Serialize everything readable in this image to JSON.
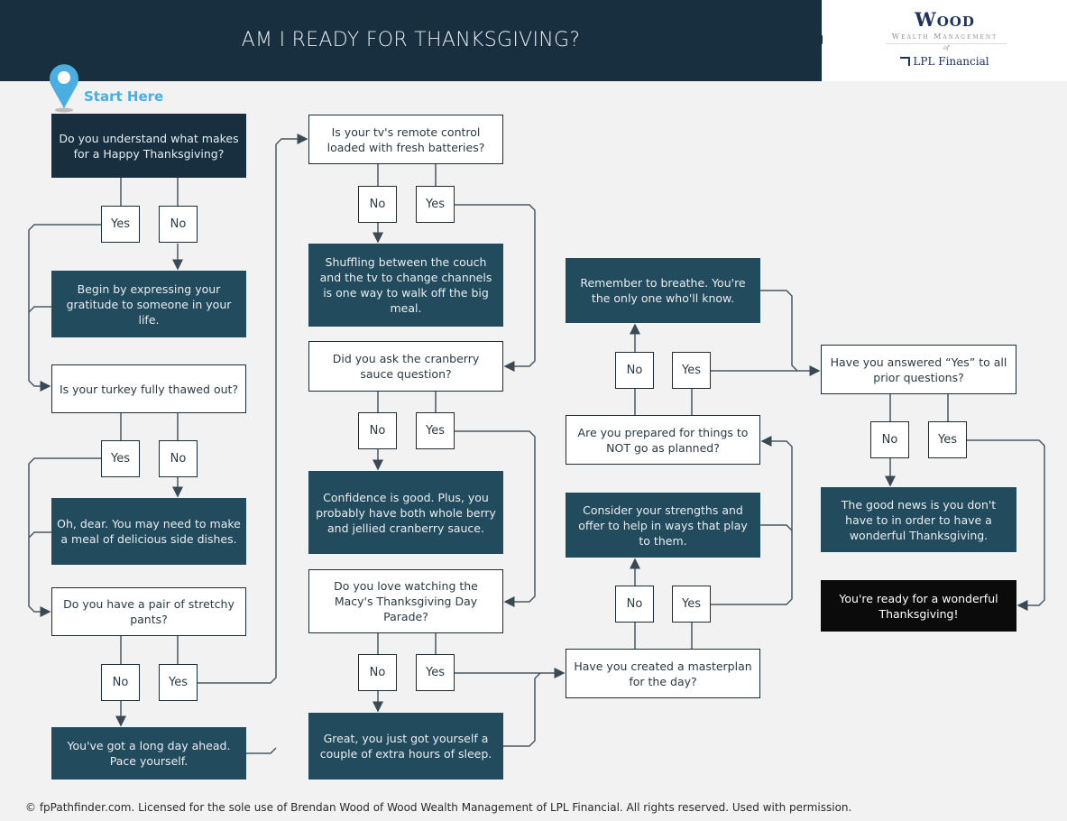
{
  "header": {
    "title": "AM I READY FOR THANKSGIVING?"
  },
  "logo": {
    "name": "Wood",
    "subtitle": "Wealth Management",
    "of": "of",
    "partner": "LPL Financial"
  },
  "start_label": "Start Here",
  "col1": {
    "q1": "Do you understand what makes for a Happy Thanksgiving?",
    "q1_yes": "Yes",
    "q1_no": "No",
    "a1": "Begin by expressing your gratitude to someone in your life.",
    "q2": "Is your turkey fully thawed out?",
    "q2_yes": "Yes",
    "q2_no": "No",
    "a2": "Oh, dear. You may need to make a meal of delicious side dishes.",
    "q3": "Do you have a pair of stretchy pants?",
    "q3_no": "No",
    "q3_yes": "Yes",
    "a3": "You've got a long day ahead. Pace yourself."
  },
  "col2": {
    "q1": "Is your tv's remote control loaded with fresh batteries?",
    "q1_no": "No",
    "q1_yes": "Yes",
    "a1": "Shuffling between the couch and the tv to change channels is one way to walk off the big meal.",
    "q2": "Did you ask the cranberry sauce question?",
    "q2_no": "No",
    "q2_yes": "Yes",
    "a2": "Confidence is good. Plus, you probably have both whole berry and jellied cranberry sauce.",
    "q3": "Do you love watching the Macy's Thanksgiving Day Parade?",
    "q3_no": "No",
    "q3_yes": "Yes",
    "a3": "Great, you just got yourself a couple of extra hours of sleep."
  },
  "col3": {
    "a_breathe": "Remember to breathe. You're the only one who'll know.",
    "q_prepared_no": "No",
    "q_prepared_yes": "Yes",
    "q_prepared": "Are you prepared for things to NOT go as planned?",
    "a_strengths": "Consider your strengths and offer to help in ways that play to them.",
    "q_plan_no": "No",
    "q_plan_yes": "Yes",
    "q_plan": "Have you created a masterplan for the day?"
  },
  "col4": {
    "q": "Have you answered “Yes” to all prior questions?",
    "q_no": "No",
    "q_yes": "Yes",
    "a_no": "The good news is you don't have to in order to have a wonderful Thanksgiving.",
    "final": "You're ready for a wonderful Thanksgiving!"
  },
  "footer": "© fpPathfinder.com. Licensed for the sole use of Brendan Wood of Wood Wealth Management of LPL Financial. All rights reserved. Used with permission."
}
